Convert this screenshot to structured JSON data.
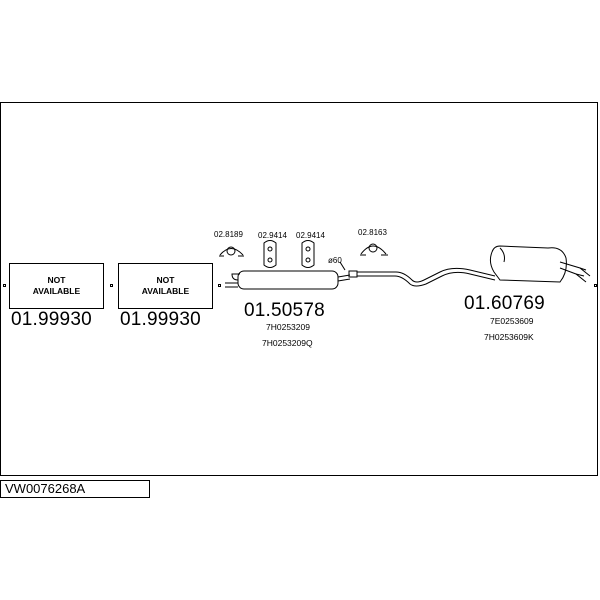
{
  "diagram": {
    "code": "VW0076268A",
    "parts": [
      {
        "number": "01.99930",
        "status_line1": "NOT",
        "status_line2": "AVAILABLE"
      },
      {
        "number": "01.99930",
        "status_line1": "NOT",
        "status_line2": "AVAILABLE"
      },
      {
        "number": "01.50578",
        "refs": [
          "7H0253209",
          "7H0253209Q"
        ]
      },
      {
        "number": "01.60769",
        "refs": [
          "7E0253609",
          "7H0253609K"
        ]
      }
    ],
    "accessories": [
      "02.8189",
      "02.9414",
      "02.9414",
      "02.8163"
    ],
    "diameter_label": "ø60"
  }
}
